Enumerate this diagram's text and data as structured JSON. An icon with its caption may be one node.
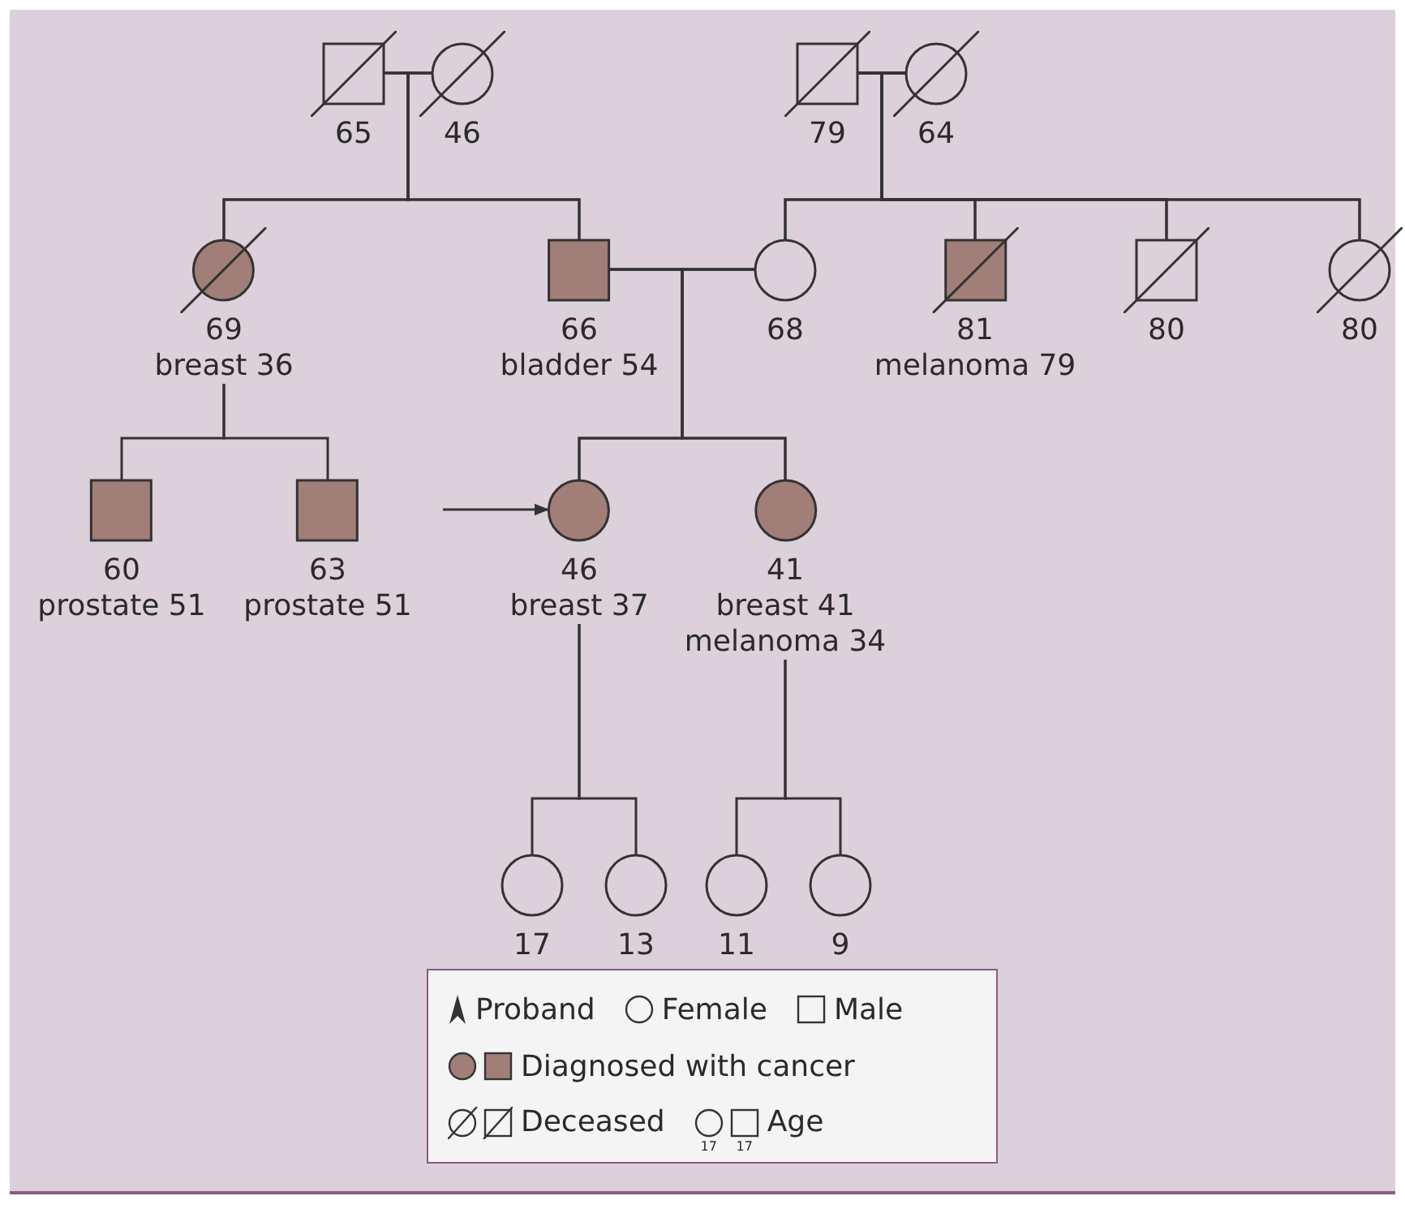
{
  "diagram": {
    "nodes": [
      {
        "text": [],
        "shape": "box",
        "beside": [
          "65"
        ]
      },
      {
        "text": [],
        "shape": "circle",
        "beside": [
          "46"
        ]
      },
      {
        "text": [],
        "shape": "box",
        "beside": [
          "79"
        ]
      },
      {
        "text": [],
        "shape": "circle",
        "beside": [
          "64"
        ]
      },
      {
        "text": [],
        "shape": "circle",
        "beside": [
          "69",
          "breast 36"
        ]
      },
      {
        "text": [],
        "shape": "box",
        "beside": [
          "66",
          "bladder 54"
        ]
      },
      {
        "text": [],
        "shape": "circle",
        "beside": [
          "68"
        ]
      },
      {
        "text": [],
        "shape": "box",
        "beside": [
          "81",
          "melanoma 79"
        ]
      },
      {
        "text": [],
        "shape": "box",
        "beside": [
          "80"
        ]
      },
      {
        "text": [],
        "shape": "circle",
        "beside": [
          "80"
        ]
      },
      {
        "text": [],
        "shape": "box",
        "beside": [
          "60",
          "prostate 51"
        ]
      },
      {
        "text": [],
        "shape": "box",
        "beside": [
          "63",
          "prostate 51"
        ]
      },
      {
        "text": [],
        "shape": "circle",
        "beside": [
          "46",
          "breast 37"
        ]
      },
      {
        "text": [],
        "shape": "circle",
        "beside": [
          "41",
          "breast 41",
          "melanoma 34"
        ]
      },
      {
        "text": [],
        "shape": "circle",
        "beside": [
          "17"
        ]
      },
      {
        "text": [],
        "shape": "circle",
        "beside": [
          "13"
        ]
      },
      {
        "text": [],
        "shape": "circle",
        "beside": [
          "11"
        ]
      },
      {
        "text": [],
        "shape": "circle",
        "beside": [
          "9"
        ]
      }
    ],
    "edges": [
      {
        "from": 0,
        "to": 1,
        "arrow": "none"
      },
      {
        "from": 2,
        "to": 3,
        "arrow": "none"
      },
      {
        "from": 5,
        "to": 6,
        "arrow": "none"
      },
      {
        "from": 0,
        "to": 4,
        "arrow": "none"
      },
      {
        "from": 1,
        "to": 4,
        "arrow": "none"
      },
      {
        "from": 0,
        "to": 5,
        "arrow": "none"
      },
      {
        "from": 1,
        "to": 5,
        "arrow": "none"
      },
      {
        "from": 2,
        "to": 6,
        "arrow": "none"
      },
      {
        "from": 3,
        "to": 6,
        "arrow": "none"
      },
      {
        "from": 2,
        "to": 7,
        "arrow": "none"
      },
      {
        "from": 3,
        "to": 7,
        "arrow": "none"
      },
      {
        "from": 2,
        "to": 8,
        "arrow": "none"
      },
      {
        "from": 3,
        "to": 8,
        "arrow": "none"
      },
      {
        "from": 2,
        "to": 9,
        "arrow": "none"
      },
      {
        "from": 3,
        "to": 9,
        "arrow": "none"
      },
      {
        "from": 4,
        "to": 10,
        "arrow": "none"
      },
      {
        "from": 4,
        "to": 11,
        "arrow": "none"
      },
      {
        "from": 5,
        "to": 12,
        "arrow": "none"
      },
      {
        "from": 6,
        "to": 12,
        "arrow": "none"
      },
      {
        "from": 5,
        "to": 13,
        "arrow": "none"
      },
      {
        "from": 6,
        "to": 13,
        "arrow": "none"
      },
      {
        "from": 12,
        "to": 14,
        "arrow": "none"
      },
      {
        "from": 12,
        "to": 15,
        "arrow": "none"
      },
      {
        "from": 13,
        "to": 16,
        "arrow": "none"
      },
      {
        "from": 13,
        "to": 17,
        "arrow": "none"
      },
      {
        "from": null,
        "to": 12,
        "arrow": "to"
      }
    ],
    "labels": [
      "17",
      "17"
    ],
    "legend": [
      {
        "text": "Proband"
      },
      {
        "text": "Female"
      },
      {
        "text": "Male"
      },
      {
        "text": "Diagnosed with cancer",
        "color": "#a17e78"
      },
      {
        "text": "Deceased"
      },
      {
        "text": "Age"
      }
    ]
  }
}
